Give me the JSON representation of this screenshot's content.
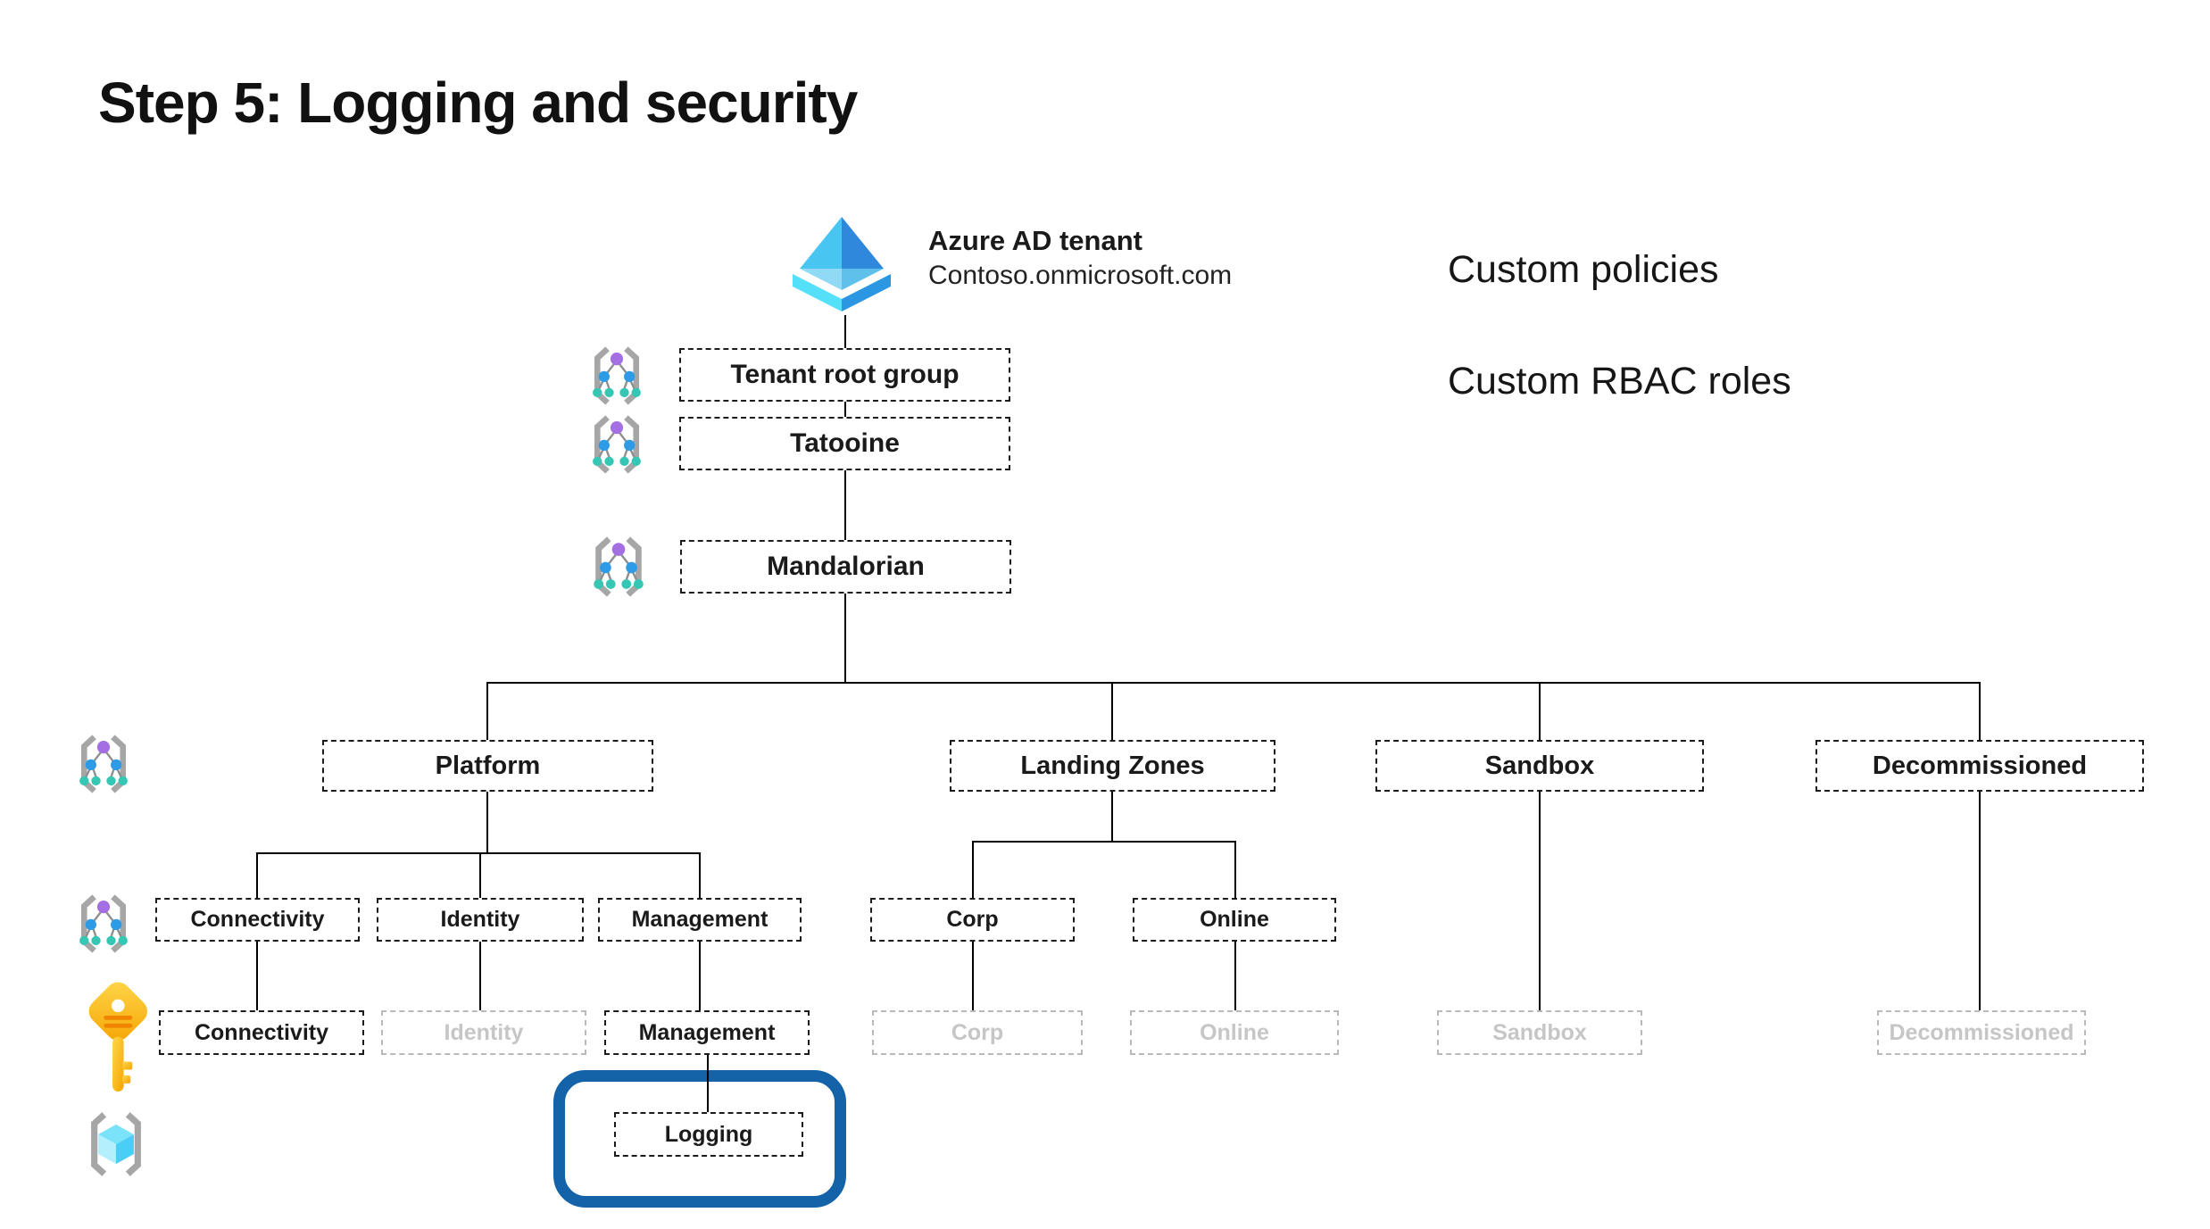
{
  "title": "Step 5: Logging and security",
  "tenant": {
    "name": "Azure AD tenant",
    "domain": "Contoso.onmicrosoft.com"
  },
  "annotations": {
    "policies": "Custom policies",
    "rbac": "Custom RBAC roles"
  },
  "management_groups": {
    "root": "Tenant root group",
    "intermediate": "Tatooine",
    "org": "Mandalorian",
    "platform": "Platform",
    "landing_zones": "Landing Zones",
    "sandbox": "Sandbox",
    "decommissioned": "Decommissioned",
    "connectivity": "Connectivity",
    "identity": "Identity",
    "management": "Management",
    "corp": "Corp",
    "online": "Online"
  },
  "subscriptions": {
    "connectivity": "Connectivity",
    "identity": "Identity",
    "management": "Management",
    "corp": "Corp",
    "online": "Online",
    "sandbox": "Sandbox",
    "decommissioned": "Decommissioned"
  },
  "resource_groups": {
    "logging": "Logging"
  },
  "legend": {
    "icon_meanings": {
      "management-group-icon": "management group",
      "key-icon": "subscription",
      "resource-group-cube-icon": "resource group",
      "azure-ad-pyramid-icon": "Azure AD tenant"
    }
  },
  "colors": {
    "highlight_border": "#1463a8",
    "inactive_text": "#c6c6c6",
    "inactive_border": "#b9b9b9",
    "line": "#000000",
    "mg_purple": "#a46fe3",
    "mg_blue": "#2e9be6",
    "mg_teal": "#35c7b4",
    "bracket_grey": "#a6a6a6",
    "key_yellow": "#ffc81e",
    "key_orange": "#f08300",
    "cube_cyan": "#57d7f7"
  }
}
